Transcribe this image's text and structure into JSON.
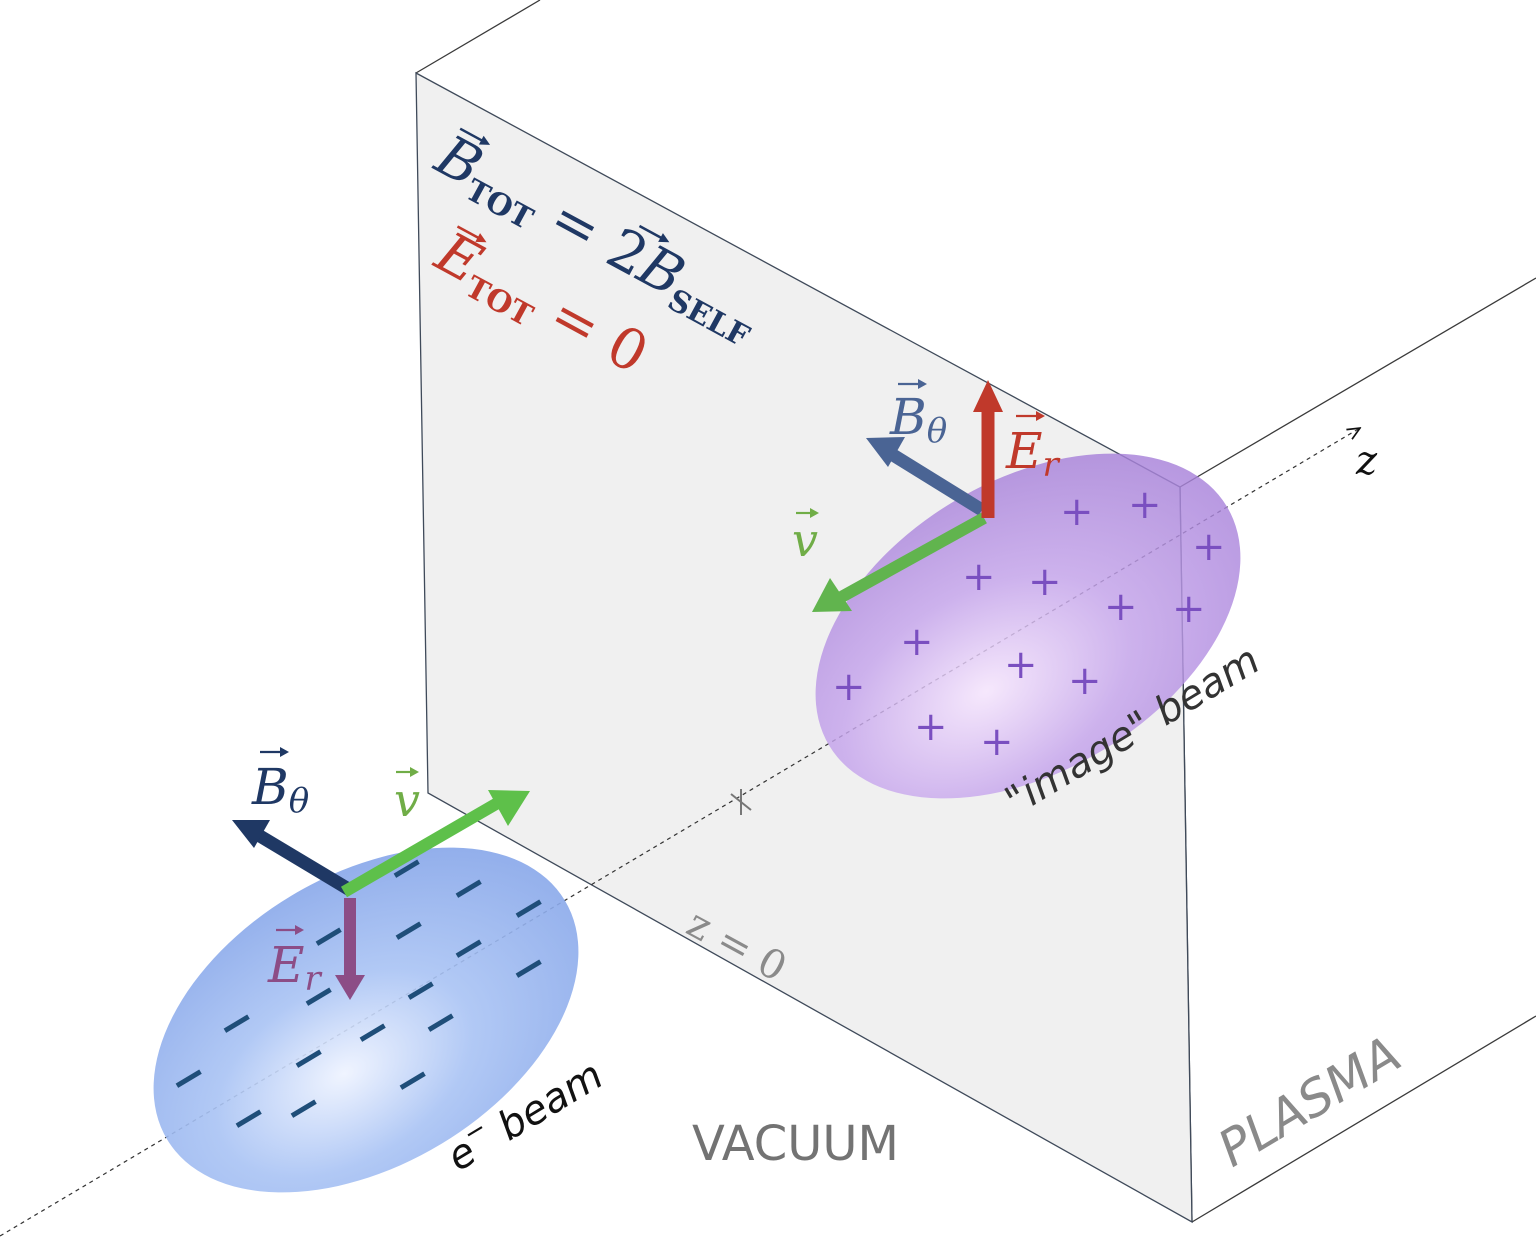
{
  "equations": {
    "b_tot": {
      "base": "B",
      "sub": "TOT",
      "op": " = 2",
      "rhs_base": "B",
      "rhs_sub": "SELF"
    },
    "e_tot": {
      "base": "E",
      "sub": "TOT",
      "rhs": " = 0"
    }
  },
  "image_beam": {
    "label": "\"image\" beam",
    "charge_symbol": "+",
    "vectors": {
      "B": {
        "base": "B",
        "sub": "θ"
      },
      "E": {
        "base": "E",
        "sub": "r"
      },
      "v": {
        "base": "v"
      }
    }
  },
  "electron_beam": {
    "label_base": "e",
    "label_sup": "−",
    "label_rest": " beam",
    "charge_symbol": "−",
    "vectors": {
      "B": {
        "base": "B",
        "sub": "θ"
      },
      "E": {
        "base": "E",
        "sub": "r"
      },
      "v": {
        "base": "v"
      }
    }
  },
  "axis": {
    "label": "z"
  },
  "boundary": {
    "label": "z = 0"
  },
  "regions": {
    "vacuum": "VACUUM",
    "plasma": "PLASMA"
  },
  "colors": {
    "b_field": "#1f3864",
    "e_field": "#c0392b",
    "velocity": "#70ad47",
    "electron_beam": "#8fb0ee",
    "image_beam": "#b48be0",
    "region_text": "#7a7a7a"
  }
}
